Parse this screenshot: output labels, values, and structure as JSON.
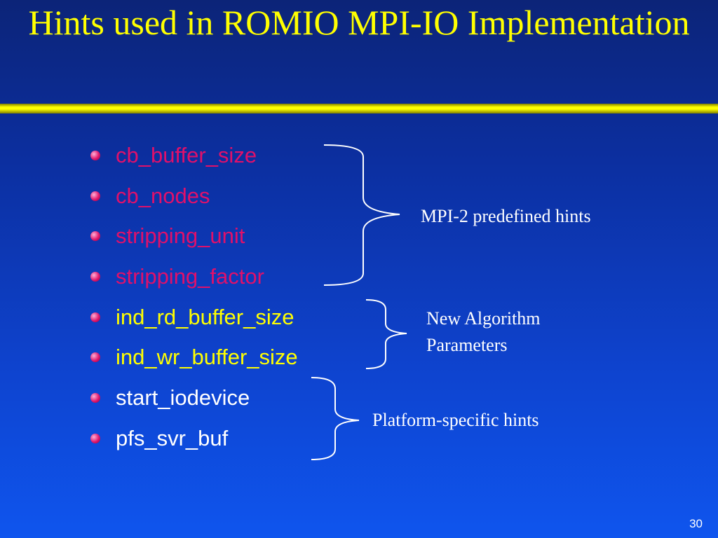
{
  "slide": {
    "title": "Hints used in ROMIO MPI-IO Implementation",
    "number": "30"
  },
  "hints": [
    {
      "label": "cb_buffer_size",
      "color": "#e0106a"
    },
    {
      "label": "cb_nodes",
      "color": "#e0106a"
    },
    {
      "label": "stripping_unit",
      "color": "#e0106a"
    },
    {
      "label": "stripping_factor",
      "color": "#e0106a"
    },
    {
      "label": "ind_rd_buffer_size",
      "color": "#ffff00"
    },
    {
      "label": "ind_wr_buffer_size",
      "color": "#ffff00"
    },
    {
      "label": "start_iodevice",
      "color": "#ffffff"
    },
    {
      "label": "pfs_svr_buf",
      "color": "#ffffff"
    }
  ],
  "groups": [
    {
      "label": "MPI-2 predefined hints",
      "icon": "right-curly-brace"
    },
    {
      "label": "New Algorithm Parameters",
      "icon": "right-curly-brace"
    },
    {
      "label": "Platform-specific hints",
      "icon": "right-curly-brace"
    }
  ],
  "colors": {
    "title": "#ffff00",
    "rule": "#ffff00",
    "bullet": "#e0186c",
    "note_text": "#ffffff",
    "background_top": "#0c2478",
    "background_bottom": "#0f55ee"
  }
}
